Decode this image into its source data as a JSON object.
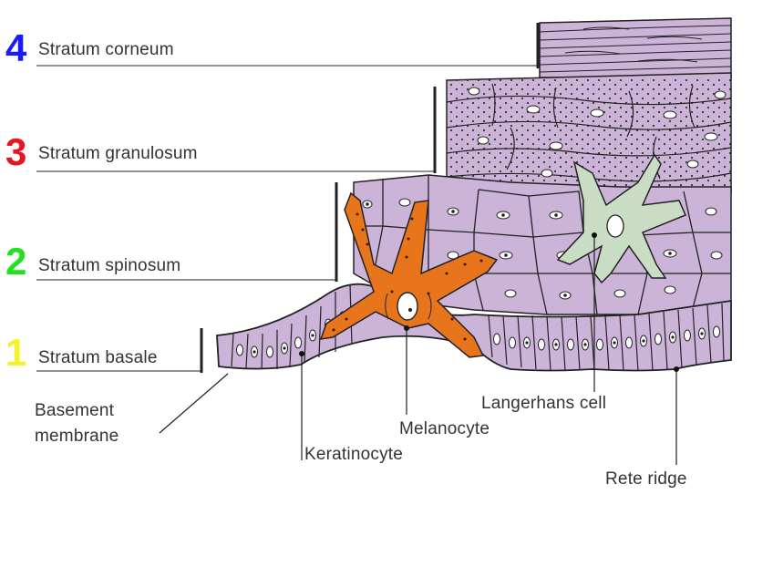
{
  "layers": [
    {
      "number": "4",
      "name": "Stratum corneum",
      "color": "#1a1aff"
    },
    {
      "number": "3",
      "name": "Stratum granulosum",
      "color": "#e8141f"
    },
    {
      "number": "2",
      "name": "Stratum spinosum",
      "color": "#20e020"
    },
    {
      "number": "1",
      "name": "Stratum basale",
      "color": "#f4f22a"
    }
  ],
  "annotations": {
    "basement_membrane": [
      "Basement",
      "membrane"
    ],
    "keratinocyte": "Keratinocyte",
    "melanocyte": "Melanocyte",
    "langerhans": "Langerhans cell",
    "rete_ridge": "Rete ridge"
  },
  "colors": {
    "cell_fill": "#cbb4d8",
    "cell_outline": "#2a2a2a",
    "melanocyte": "#e8751c",
    "langerhans": "#c9dcc4"
  }
}
